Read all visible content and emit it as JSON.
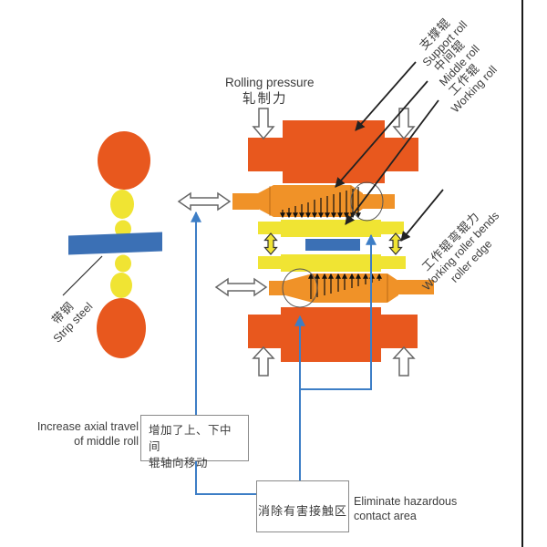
{
  "colors": {
    "support_roll": "#E8581E",
    "middle_roll": "#F09228",
    "working_roll": "#F0E433",
    "strip_steel": "#3B70B5",
    "connector_blue": "#3D7EC6",
    "leader_line": "#222222"
  },
  "pressure": {
    "en": "Rolling pressure",
    "zh": "轧制力"
  },
  "roll_labels": {
    "support": {
      "zh": "支撑辊",
      "en": "Support roll"
    },
    "middle": {
      "zh": "中间辊",
      "en": "Middle roll"
    },
    "working": {
      "zh": "工作辊",
      "en": "Working roll"
    },
    "bending": {
      "zh": "工作辊弯辊力",
      "en_line1": "Working roller bends",
      "en_line2": "roller edge"
    }
  },
  "strip_label": {
    "zh": "带钢",
    "en": "Strip steel"
  },
  "callouts": {
    "axial_travel": {
      "zh_line1": "增加了上、下中间",
      "zh_line2": "辊轴向移动",
      "en_line1": "Increase axial travel",
      "en_line2": "of middle roll"
    },
    "contact_area": {
      "zh": "消除有害接触区",
      "en_line1": "Eliminate hazardous",
      "en_line2": "contact area"
    }
  }
}
